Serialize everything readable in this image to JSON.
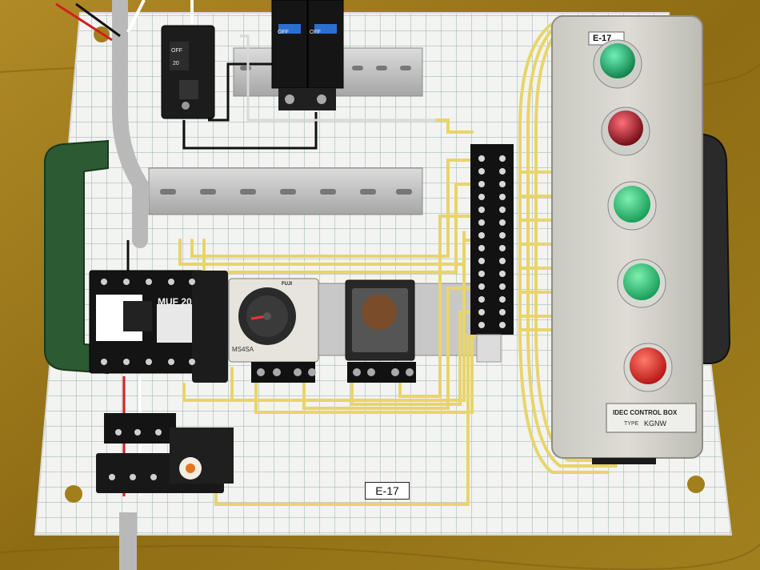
{
  "board": {
    "label": "E-17"
  },
  "control_box": {
    "label": "E-17",
    "brand": "IDEC",
    "title": "CONTROL BOX",
    "type_label": "TYPE",
    "model": "KGNW"
  },
  "contactor": {
    "model": "MUF 20"
  },
  "breakers": {
    "main_state": "OFF",
    "main_rating": "20",
    "pair_state_1": "OFF",
    "pair_state_2": "OFF"
  },
  "timer": {
    "brand": "FUJI",
    "model": "MS4SA"
  },
  "colors": {
    "board": "#f1f1ef",
    "grid": "#7fa8a4",
    "table": "#9c7a1c",
    "wire_yellow": "#e8d56a",
    "handle": "#2c5a32",
    "lamp_green": "#1c9a5e",
    "lamp_red": "#a3101c",
    "button_green": "#26b56a",
    "button_red": "#d41f1f"
  }
}
